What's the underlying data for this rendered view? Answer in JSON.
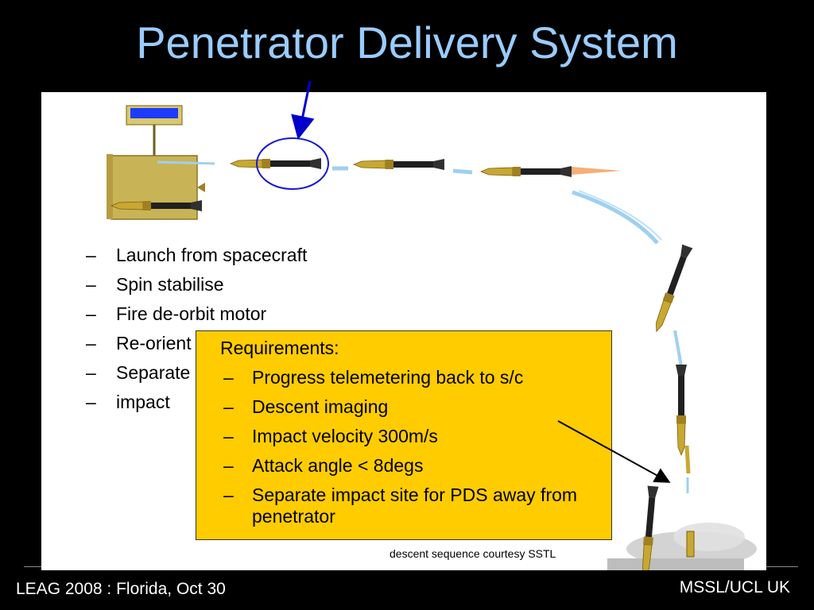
{
  "slide": {
    "title": "Penetrator Delivery System",
    "steps": [
      "Launch from spacecraft",
      "Spin stabilise",
      "Fire de-orbit motor",
      "Re-orient",
      "Separate delivery",
      "impact"
    ],
    "requirements": {
      "heading": "Requirements:",
      "items": [
        "Progress telemetering back to s/c",
        "Descent imaging",
        "Impact velocity 300m/s",
        "Attack angle < 8degs",
        "Separate impact site for PDS away from penetrator"
      ]
    },
    "image_credit": "descent sequence courtesy SSTL",
    "footer_left": "LEAG 2008 :  Florida, Oct 30",
    "footer_right": "MSSL/UCL UK"
  },
  "colors": {
    "background": "#000000",
    "title": "#99ccff",
    "requirements_box": "#ffcc00",
    "penetrator_body": "#c8a830",
    "annotation_arrow": "#0000cc"
  },
  "icons": [
    "spacecraft-icon",
    "solar-panel-icon",
    "penetrator-icon",
    "impact-dust-icon"
  ]
}
